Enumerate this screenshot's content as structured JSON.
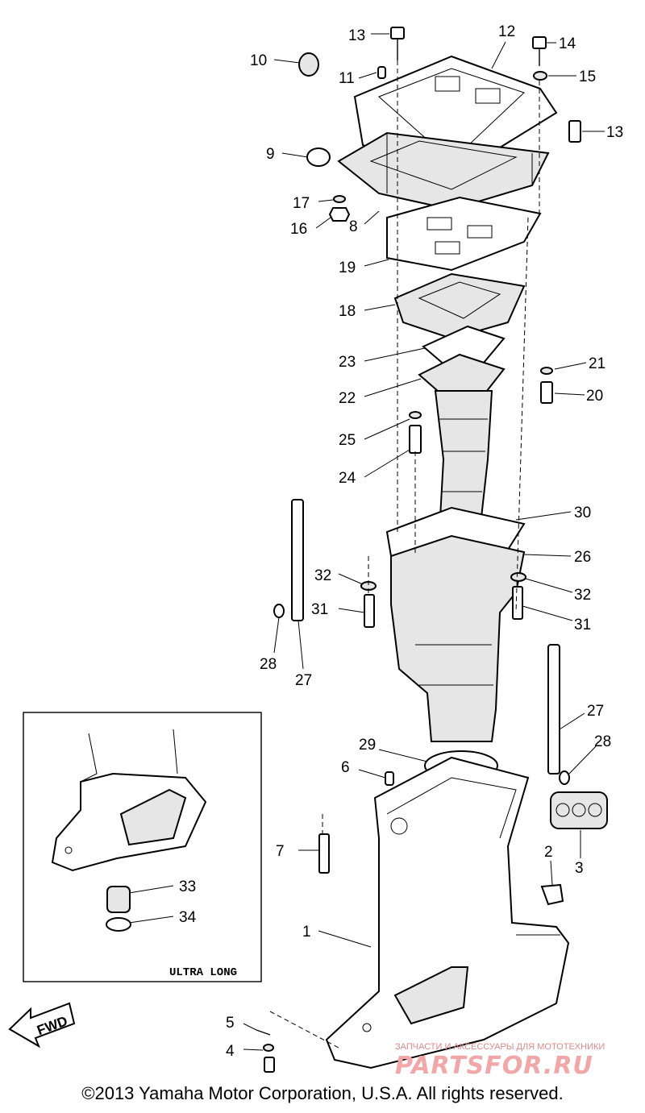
{
  "callouts": [
    "1",
    "2",
    "3",
    "4",
    "5",
    "6",
    "7",
    "8",
    "9",
    "10",
    "11",
    "12",
    "13",
    "13",
    "14",
    "15",
    "16",
    "17",
    "18",
    "19",
    "20",
    "21",
    "22",
    "23",
    "24",
    "25",
    "26",
    "27",
    "27",
    "28",
    "28",
    "29",
    "30",
    "31",
    "31",
    "32",
    "32",
    "33",
    "34"
  ],
  "inset": {
    "label": "ULTRA LONG"
  },
  "fwd_label": "FWD",
  "watermark": {
    "line1": "ЗАПЧАСТИ И АКСЕССУАРЫ ДЛЯ МОТОТЕХНИКИ",
    "line2": "PARTSFOR.RU"
  },
  "copyright": "©2013 Yamaha Motor Corporation, U.S.A. All rights reserved."
}
